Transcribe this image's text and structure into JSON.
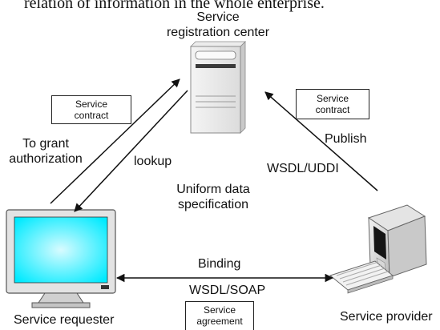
{
  "top_text_fragment": "relation of information in the whole enterprise.",
  "nodes": {
    "registry_title": "Service\nregistration center",
    "requester_label": "Service requester",
    "provider_label": "Service provider"
  },
  "boxes": {
    "contract_left": "Service\ncontract",
    "contract_right": "Service\ncontract",
    "agreement": "Service\nagreement"
  },
  "edges": {
    "grant": "To grant\nauthorization",
    "lookup": "lookup",
    "publish": "Publish",
    "wsdl_uddi": "WSDL/UDDI",
    "binding": "Binding",
    "wsdl_soap": "WSDL/SOAP"
  },
  "center_note": "Uniform data\nspecification",
  "colors": {
    "screen": "#00eaff",
    "screen_glow": "#d8fbff",
    "line": "#111111"
  }
}
